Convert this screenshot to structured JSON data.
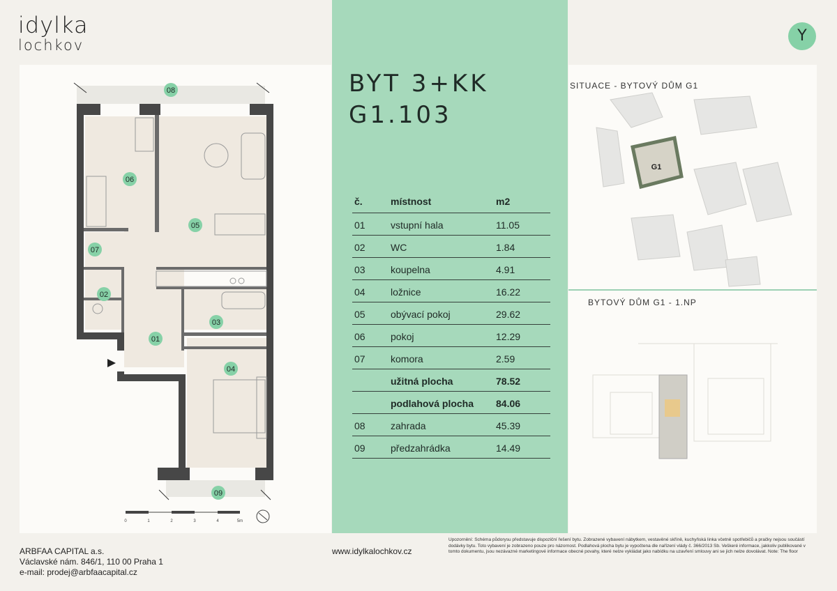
{
  "brand": {
    "line1": "idylka",
    "line2": "lochkov"
  },
  "badge": {
    "letter": "Y"
  },
  "title": {
    "line1": "BYT 3+KK",
    "line2": "G1.103"
  },
  "table": {
    "headers": {
      "num": "č.",
      "room": "místnost",
      "area": "m2"
    },
    "rows": [
      {
        "num": "01",
        "room": "vstupní hala",
        "area": "11.05"
      },
      {
        "num": "02",
        "room": "WC",
        "area": "1.84"
      },
      {
        "num": "03",
        "room": "koupelna",
        "area": "4.91"
      },
      {
        "num": "04",
        "room": "ložnice",
        "area": "16.22"
      },
      {
        "num": "05",
        "room": "obývací pokoj",
        "area": "29.62"
      },
      {
        "num": "06",
        "room": "pokoj",
        "area": "12.29"
      },
      {
        "num": "07",
        "room": "komora",
        "area": "2.59"
      },
      {
        "num": "",
        "room": "užitná plocha",
        "area": "78.52"
      },
      {
        "num": "",
        "room": "podlahová plocha",
        "area": "84.06"
      },
      {
        "num": "08",
        "room": "zahrada",
        "area": "45.39"
      },
      {
        "num": "09",
        "room": "předzahrádka",
        "area": "14.49"
      }
    ]
  },
  "situation": {
    "label": "SITUACE - BYTOVÝ DŮM G1",
    "building": "G1"
  },
  "floor": {
    "label": "BYTOVÝ DŮM  G1 - 1.NP"
  },
  "plan": {
    "room_labels": [
      "08",
      "06",
      "05",
      "07",
      "02",
      "03",
      "01",
      "04",
      "09"
    ],
    "scale_labels": [
      "0",
      "1",
      "2",
      "3",
      "4",
      "5m"
    ]
  },
  "footer": {
    "company": "ARBFAA CAPITAL a.s.",
    "address": "Václavské nám. 846/1, 110 00 Praha 1",
    "email": "e-mail: prodej@arbfaacapital.cz",
    "website": "www.idylkalochkov.cz",
    "note": "Upozornění: Schéma půdorysu představuje dispoziční řešení bytu. Zobrazené vybavení nábytkem, vestavěné skříně, kuchyňská linka včetně spotřebičů a pračky nejsou součástí dodávky bytu. Toto vybavení je zobrazeno pouze pro názornost. Podlahová plocha bytu je vypočtena dle nařízení vlády č. 366/2013 Sb. Veškeré informace, jakkoliv publikované v tomto dokumentu, jsou nezávazné marketingové informace obecné povahy, které nelze vykládat jako nabídku na uzavření smlouvy ani se jich nelze dovolávat. Note: The floor"
  },
  "colors": {
    "accent_green": "#a6d9bb",
    "badge_green": "#86d1a7",
    "wall": "#444444",
    "room_fill": "#efe9e0"
  }
}
